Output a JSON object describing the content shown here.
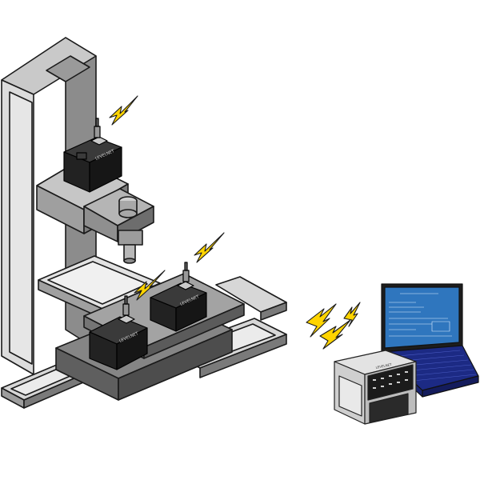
{
  "sensors": [
    {
      "id": "sensor-head",
      "label": "LEVELNET"
    },
    {
      "id": "sensor-table-right",
      "label": "LEVELNET"
    },
    {
      "id": "sensor-table-left",
      "label": "LEVELNET"
    }
  ],
  "receiver": {
    "label": "LEVELNET"
  },
  "colors": {
    "machine_light": "#d9d9d9",
    "machine_mid": "#a9a9a9",
    "machine_dark": "#6f6f6f",
    "outline": "#1a1a1a",
    "sensor_body": "#1f1f1f",
    "signal": "#ffd400",
    "screen": "#2c6fb6",
    "keyboard": "#1d2a8a"
  }
}
